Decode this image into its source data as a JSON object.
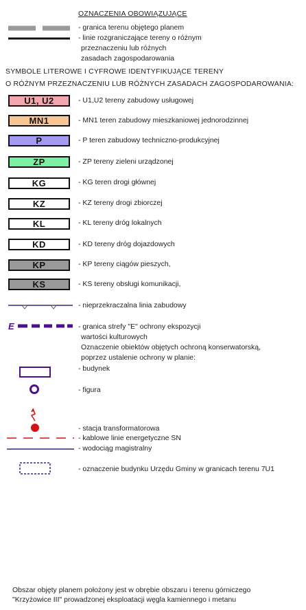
{
  "header": {
    "title": "OZNACZENIA OBOWIĄZUJĄCE",
    "boundary_plan": "- granica terenu objętego planem",
    "boundary_lines_1": "- linie rozgraniczające tereny o różnym",
    "boundary_lines_2": "przeznaczeniu lub różnych",
    "boundary_lines_3": "zasadach zagospodarowania"
  },
  "symbols_heading": {
    "line1": "SYMBOLE LITEROWE I CYFROWE IDENTYFIKUJĄCE TERENY",
    "line2": "O RÓŻNYM PRZEZNACZENIU LUB RÓŻNYCH ZASADACH  ZAGOSPODAROWANIA:"
  },
  "zones": [
    {
      "code": "U1, U2",
      "label": "- U1,U2  tereny zabudowy usługowej",
      "color": "#f2a7ae"
    },
    {
      "code": "MN1",
      "label": "- MN1 teren zabudowy mieszkaniowej jednorodzinnej",
      "color": "#f7c896"
    },
    {
      "code": "P",
      "label": "- P  teren zabudowy techniczno-produkcyjnej",
      "color": "#a49af0"
    },
    {
      "code": "ZP",
      "label": "- ZP tereny zieleni urządzonej",
      "color": "#7df0a3"
    },
    {
      "code": "KG",
      "label": "- KG teren drogi głównej",
      "color": "#ffffff"
    },
    {
      "code": "KZ",
      "label": "- KZ tereny drogi zbiorczej",
      "color": "#ffffff"
    },
    {
      "code": "KL",
      "label": "- KL tereny dróg lokalnych",
      "color": "#ffffff"
    },
    {
      "code": "KD",
      "label": "- KD tereny dróg dojazdowych",
      "color": "#ffffff"
    },
    {
      "code": "KP",
      "label": "- KP tereny ciągów pieszych,",
      "color": "#9a9a9a"
    },
    {
      "code": "KS",
      "label": "- KS tereny obsługi komunikacji,",
      "color": "#9a9a9a"
    }
  ],
  "lines": {
    "building_line": "- nieprzekraczalna linia zabudowy",
    "zone_e_letter": "E",
    "zone_e_1": "- granica strefy \"E\" ochrony ekspozycji",
    "zone_e_2": "wartości kulturowych",
    "protection_1": "Oznaczenie obiektów objętych ochroną  konserwatorską,",
    "protection_2": "poprzez ustalenie ochrony w planie:",
    "building": "- budynek",
    "figure": "- figura",
    "transformer": "- stacja transformatorowa",
    "cable": "- kablowe linie energetyczne SN",
    "water": "- wodociąg magistralny",
    "office": "- oznaczenie budynku Urzędu Gminy w granicach terenu 7U1"
  },
  "footer": {
    "line1": "Obszar objęty planem położony jest w obrębie obszaru i terenu górniczego",
    "line2": "\"Krzyżowice III\" prowadzonej eksploatacji węgla kamiennego i metanu"
  },
  "colors": {
    "purple": "#4b0f8f",
    "red": "#d41414",
    "navy": "#2a2a86",
    "grey_dash": "#9a9a9a"
  }
}
